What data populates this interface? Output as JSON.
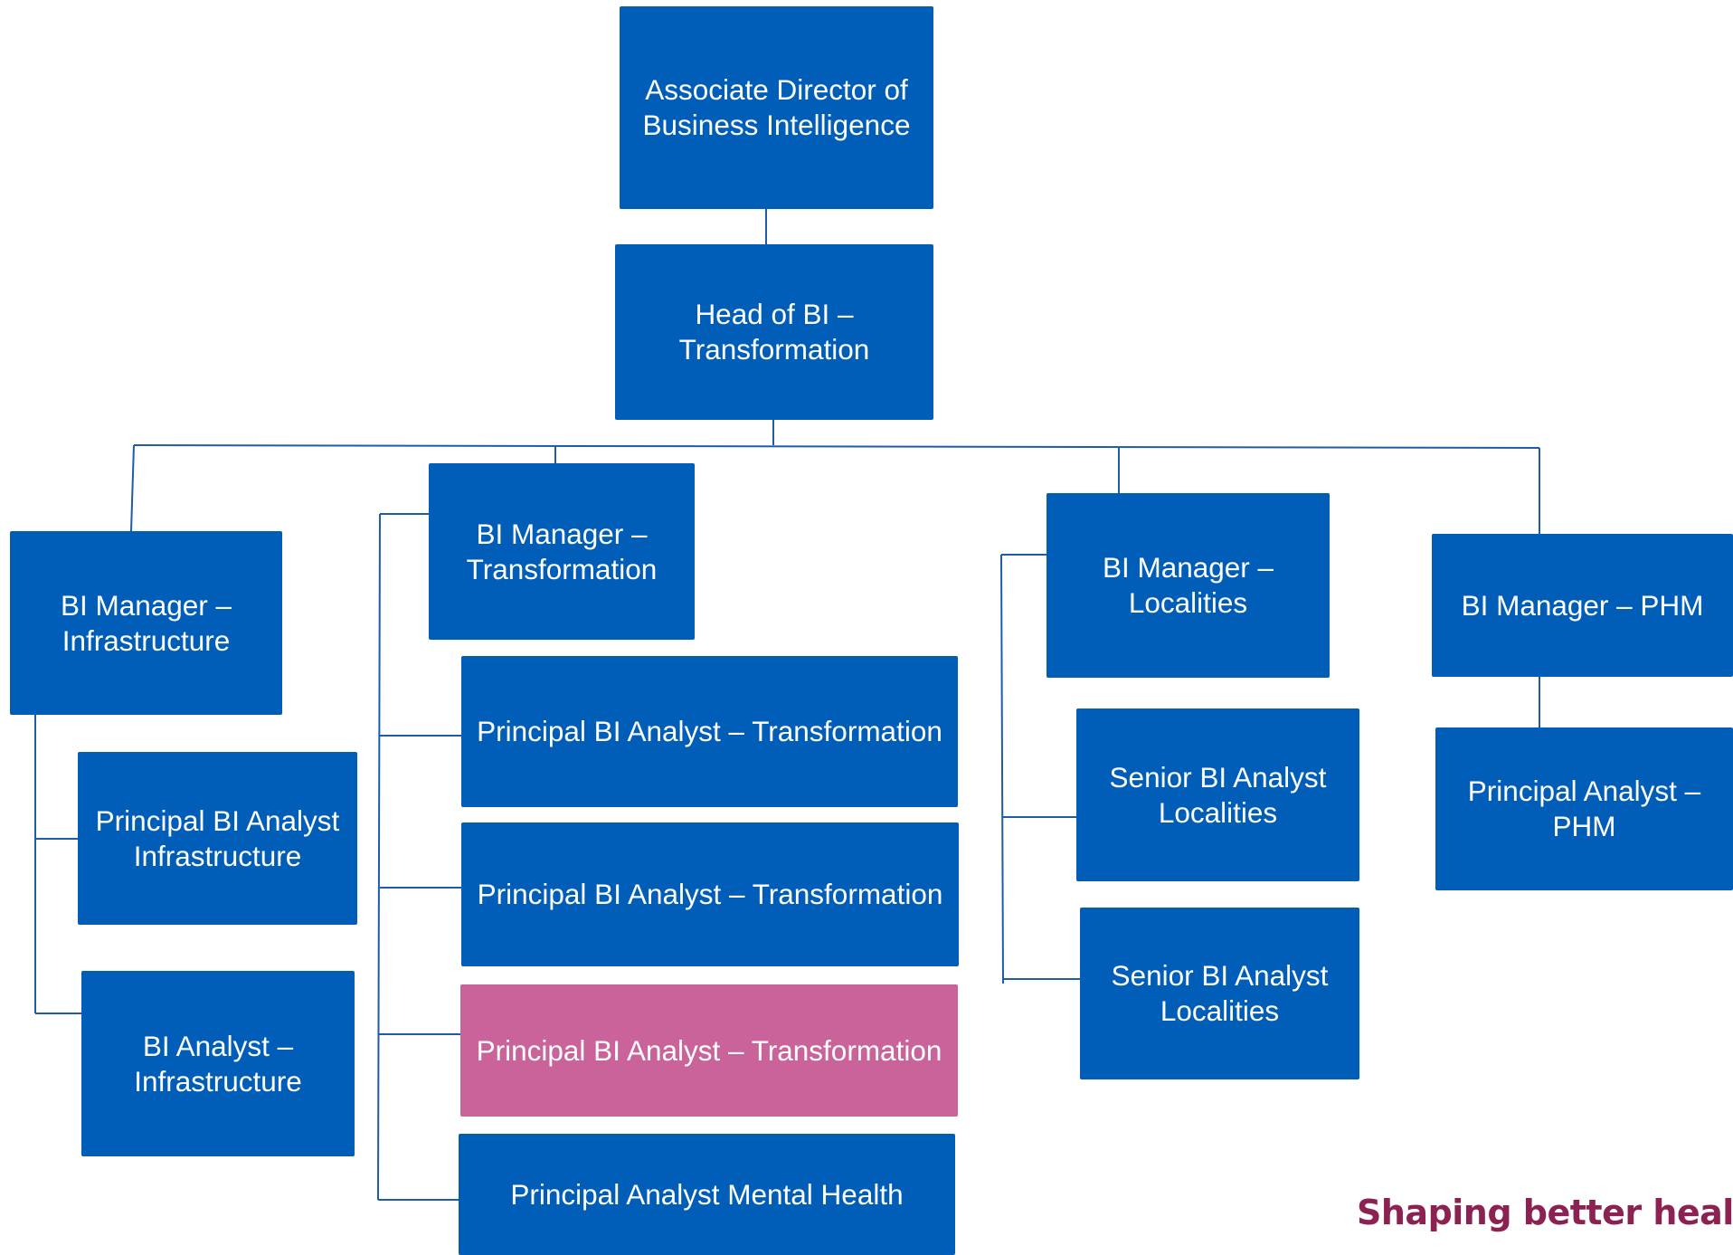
{
  "colors": {
    "box": "#005EB8",
    "highlight": "#CA6399",
    "line": "#1F5CA8",
    "tagline": "#8B2252"
  },
  "org_chart": {
    "associate_director": "Associate Director of\nBusiness Intelligence",
    "head_of_bi": "Head of BI –\nTransformation",
    "managers": {
      "infrastructure": {
        "title": "BI Manager –\nInfrastructure",
        "reports": [
          "Principal BI Analyst\nInfrastructure",
          "BI Analyst –\nInfrastructure"
        ]
      },
      "transformation": {
        "title": "BI Manager –\nTransformation",
        "reports": [
          "Principal BI Analyst – Transformation",
          "Principal BI Analyst – Transformation",
          "Principal BI Analyst – Transformation",
          "Principal Analyst Mental Health"
        ]
      },
      "localities": {
        "title": "BI Manager –\nLocalities",
        "reports": [
          "Senior BI Analyst\nLocalities",
          "Senior BI Analyst\nLocalities"
        ]
      },
      "phm": {
        "title": "BI Manager – PHM",
        "reports": [
          "Principal Analyst –\nPHM"
        ]
      }
    }
  },
  "tagline": "Shaping better health"
}
